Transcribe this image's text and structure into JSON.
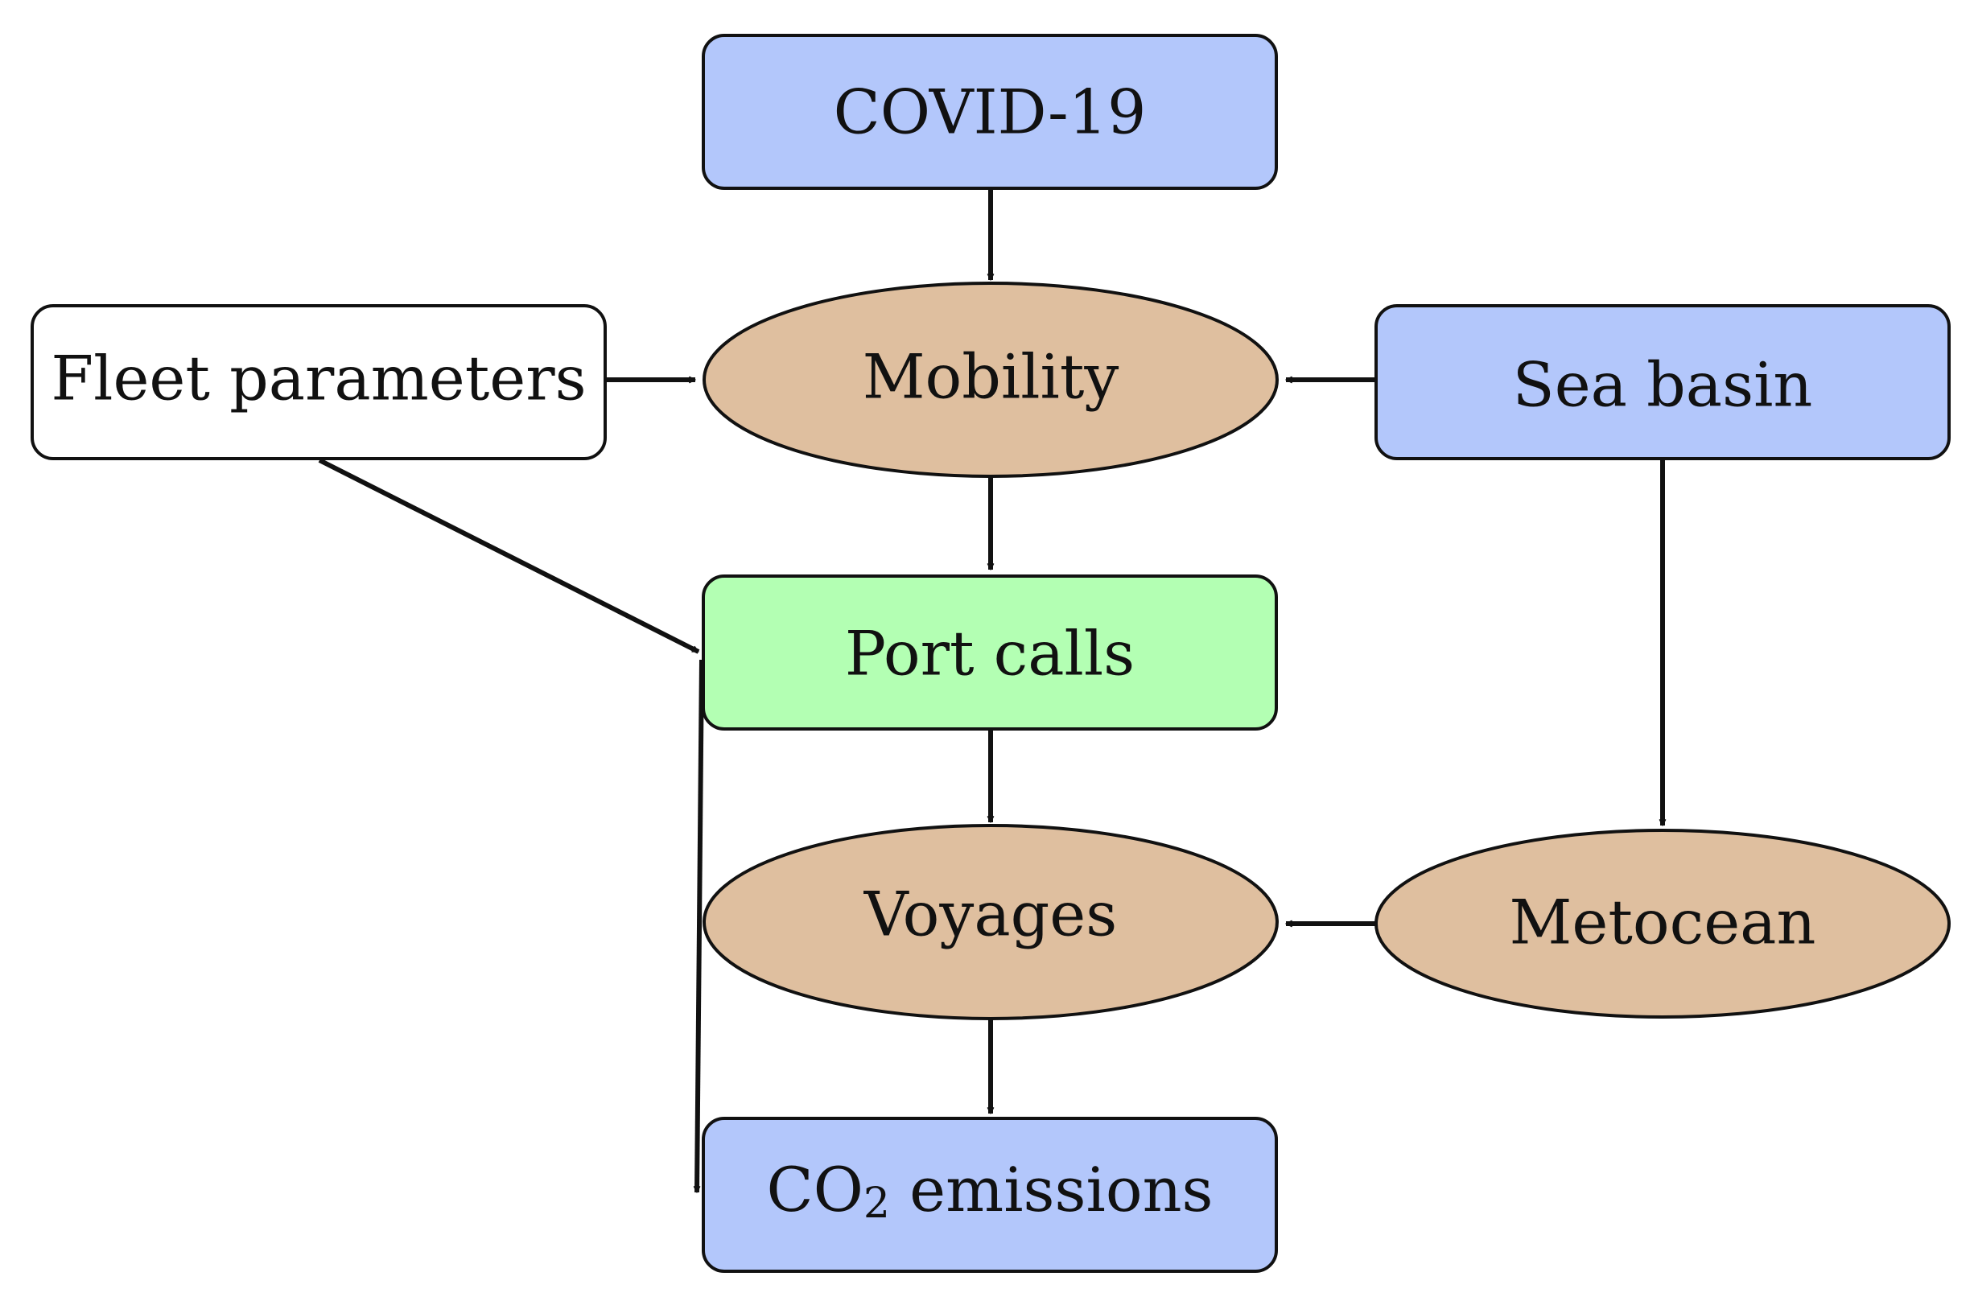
{
  "diagram": {
    "colors": {
      "blue": "#b3c7fb",
      "tan": "#dfbf9f",
      "green": "#b3ffb3",
      "white": "#ffffff",
      "line": "#111111"
    },
    "nodes": {
      "covid": {
        "label": "COVID-19",
        "shape": "rounded-rectangle",
        "fill": "blue"
      },
      "fleet": {
        "label": "Fleet parameters",
        "shape": "rounded-rectangle",
        "fill": "white"
      },
      "mobility": {
        "label": "Mobility",
        "shape": "ellipse",
        "fill": "tan"
      },
      "seabasin": {
        "label": "Sea basin",
        "shape": "rounded-rectangle",
        "fill": "blue"
      },
      "portcalls": {
        "label": "Port calls",
        "shape": "rounded-rectangle",
        "fill": "green"
      },
      "voyages": {
        "label": "Voyages",
        "shape": "ellipse",
        "fill": "tan"
      },
      "metocean": {
        "label": "Metocean",
        "shape": "ellipse",
        "fill": "tan"
      },
      "co2": {
        "label_main": "CO",
        "label_sub": "2",
        "label_rest": " emissions",
        "shape": "rounded-rectangle",
        "fill": "blue"
      }
    },
    "edges": [
      {
        "from": "covid",
        "to": "mobility"
      },
      {
        "from": "fleet",
        "to": "mobility"
      },
      {
        "from": "seabasin",
        "to": "mobility"
      },
      {
        "from": "mobility",
        "to": "portcalls"
      },
      {
        "from": "fleet",
        "to": "portcalls"
      },
      {
        "from": "portcalls",
        "to": "voyages"
      },
      {
        "from": "portcalls",
        "to": "co2"
      },
      {
        "from": "seabasin",
        "to": "metocean"
      },
      {
        "from": "metocean",
        "to": "voyages"
      },
      {
        "from": "voyages",
        "to": "co2"
      }
    ]
  }
}
